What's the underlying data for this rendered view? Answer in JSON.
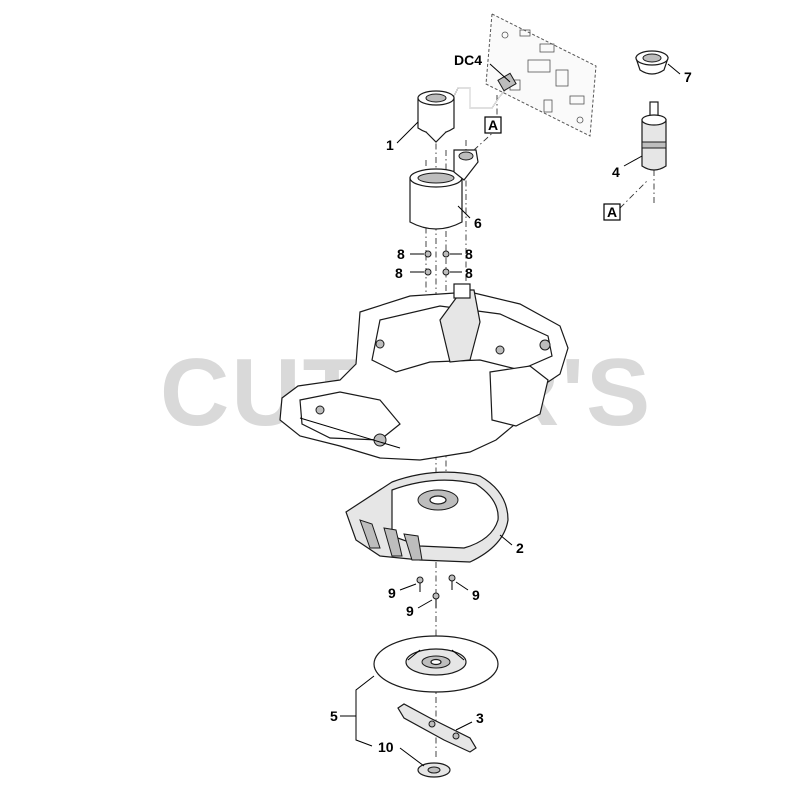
{
  "watermark": "CUTTER'S",
  "callouts": {
    "c1": "1",
    "c2": "2",
    "c3": "3",
    "c4": "4",
    "c5": "5",
    "c6": "6",
    "c7": "7",
    "c8a": "8",
    "c8b": "8",
    "c8c": "8",
    "c8d": "8",
    "c9a": "9",
    "c9b": "9",
    "c9c": "9",
    "c10": "10",
    "dc4": "DC4",
    "refA1": "A",
    "refA2": "A"
  }
}
